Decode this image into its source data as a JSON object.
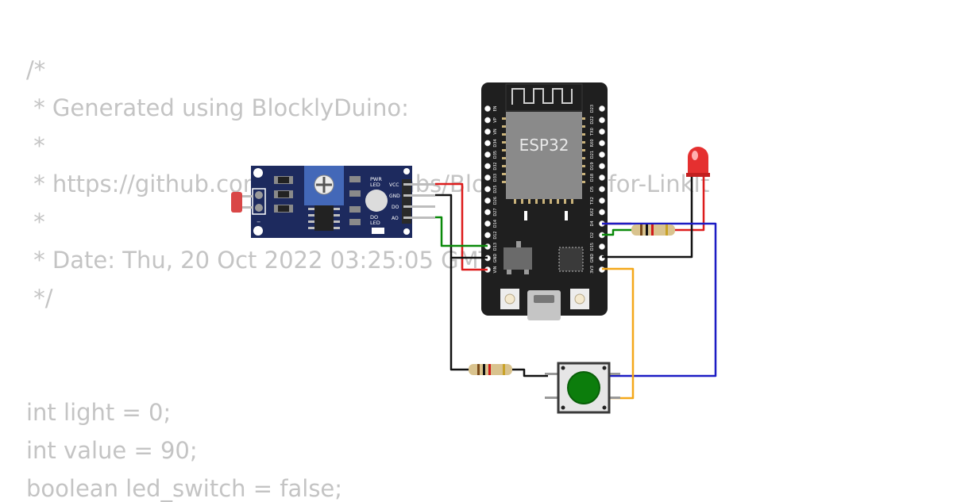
{
  "code_lines": [
    "/*",
    " * Generated using BlocklyDuino:",
    " *",
    " * https://github.com/MediaTek-Labs/BlocklyDuino-for-LinkIt",
    " *",
    " * Date: Thu, 20 Oct 2022 03:25:05 GMT",
    " */",
    "",
    "",
    "int light = 0;",
    "int value = 90;",
    "boolean led_switch = false;"
  ],
  "esp32": {
    "chip_label": "ESP32",
    "left_pins": [
      "EN",
      "VP",
      "VN",
      "D34",
      "D35",
      "D32",
      "D33",
      "D25",
      "D26",
      "D27",
      "D14",
      "D12",
      "D13",
      "GND",
      "VIN"
    ],
    "right_pins": [
      "D23",
      "D22",
      "TX0",
      "RX0",
      "D21",
      "D19",
      "D18",
      "D5",
      "TX2",
      "RX2",
      "D4",
      "D2",
      "D15",
      "GND",
      "3V3"
    ]
  },
  "sensor": {
    "pins": [
      "VCC",
      "GND",
      "DO",
      "AO"
    ],
    "pwr_led_label": [
      "PWR",
      "LED"
    ],
    "do_led_label": [
      "DO",
      "LED"
    ],
    "plus": "+",
    "minus": "−"
  },
  "colors": {
    "wire_red": "#dd1c1c",
    "wire_black": "#111111",
    "wire_green": "#0a8a0a",
    "wire_blue": "#1c1cc4",
    "wire_orange": "#f4a81a",
    "board": "#1f1f1f",
    "sensor_pcb": "#1d2a5e",
    "button_cap": "#0c7d0c",
    "led": "#e53030"
  }
}
